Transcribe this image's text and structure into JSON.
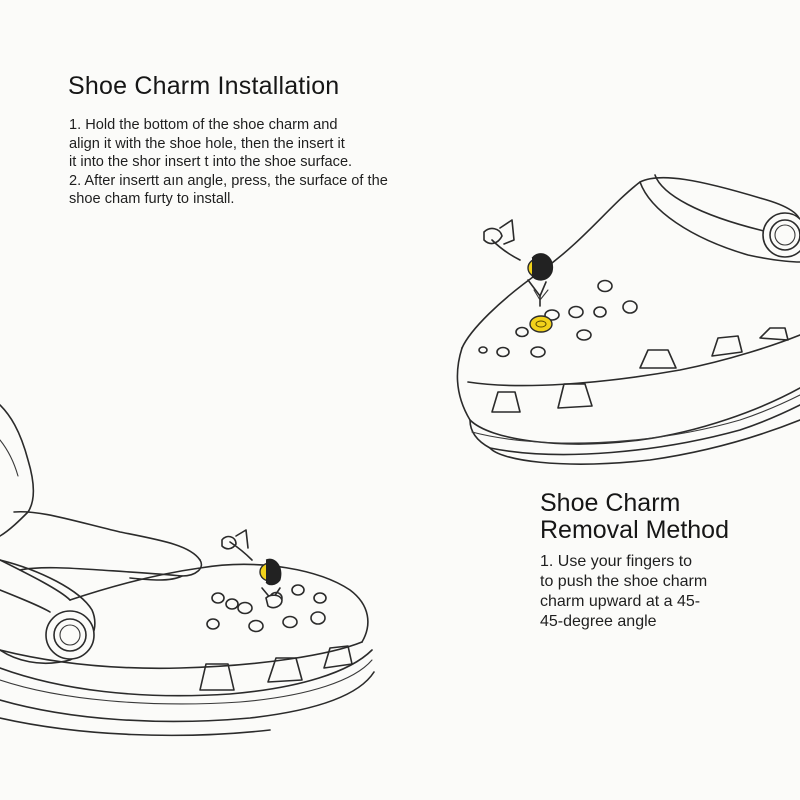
{
  "installation": {
    "title": "Shoe Charm Installation",
    "lines": [
      "1. Hold the bottom of the shoe charm and",
      "align it with the shoe hole, then the insert it",
      "it into the shor insert t into the shoe surface.",
      "2. After insertt aın angle, press, the surface of the",
      "shoe cham furty to install."
    ]
  },
  "removal": {
    "title_line1": "Shoe Charm",
    "title_line2": "Removal Method",
    "lines": [
      "1. Use your fingers to",
      "to push the shoe charm",
      "charm upward at a 45-",
      "45-degree angle"
    ]
  },
  "colors": {
    "charm_yellow": "#f2d21b",
    "line": "#2b2b2b",
    "background": "#fbfbf9"
  }
}
